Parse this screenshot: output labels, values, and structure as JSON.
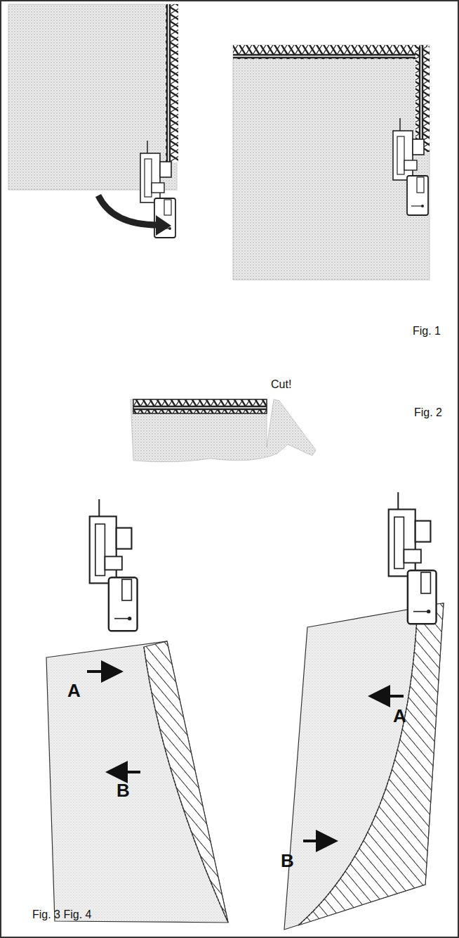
{
  "diagram": {
    "labels": [
      "Fig. 1",
      "Cut!",
      "Fig. 2",
      "A",
      "B",
      "A",
      "B",
      "Fig. 3 Fig. 4"
    ]
  }
}
